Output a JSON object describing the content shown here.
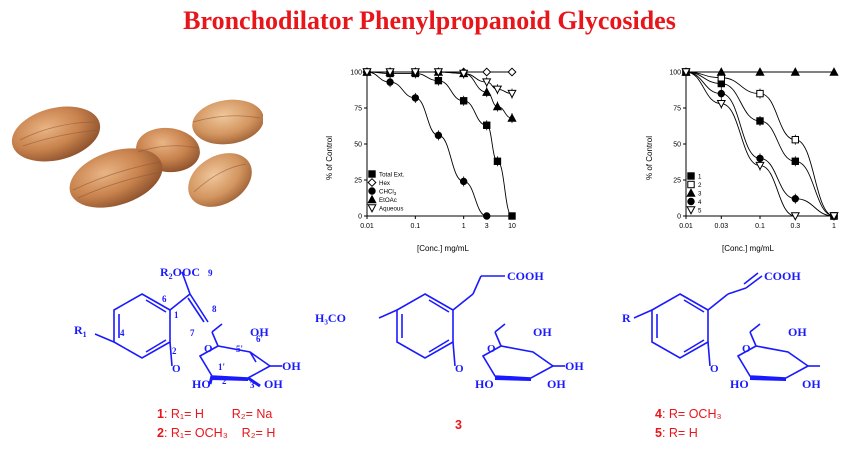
{
  "title": "Bronchodilator Phenylpropanoid Glycosides",
  "colors": {
    "title": "#e8161b",
    "structure": "#1a1aff",
    "labels": "#e8161b",
    "axes": "#000000"
  },
  "chart_data": [
    {
      "type": "scatter",
      "xscale": "log",
      "xlim": [
        0.01,
        10
      ],
      "ylim": [
        0,
        100
      ],
      "xticks": [
        "0.01",
        "0.1",
        "1",
        "3",
        "10"
      ],
      "xtick_values": [
        0.01,
        0.1,
        1,
        3,
        10
      ],
      "yticks": [
        "0",
        "25",
        "50",
        "75",
        "100"
      ],
      "xlabel": "[Conc.] mg/mL",
      "ylabel": "% of Control",
      "legend_position": "bottom-left",
      "series": [
        {
          "name": "Total  Ext.",
          "marker": "square-filled",
          "points": [
            [
              0.01,
              100
            ],
            [
              0.03,
              99
            ],
            [
              0.1,
              99
            ],
            [
              0.3,
              94
            ],
            [
              1,
              80
            ],
            [
              3,
              63
            ],
            [
              5,
              38
            ],
            [
              10,
              0
            ]
          ]
        },
        {
          "name": "Hex",
          "marker": "diamond-open",
          "points": [
            [
              0.01,
              100
            ],
            [
              0.03,
              100
            ],
            [
              0.1,
              100
            ],
            [
              0.3,
              100
            ],
            [
              1,
              100
            ],
            [
              3,
              100
            ],
            [
              10,
              100
            ]
          ]
        },
        {
          "name": "CHCl3",
          "marker": "circle-filled",
          "points": [
            [
              0.01,
              100
            ],
            [
              0.03,
              93
            ],
            [
              0.1,
              82
            ],
            [
              0.3,
              56
            ],
            [
              1,
              24
            ],
            [
              3,
              0
            ]
          ]
        },
        {
          "name": "EtOAc",
          "marker": "triangle-filled",
          "points": [
            [
              0.01,
              100
            ],
            [
              0.03,
              100
            ],
            [
              0.1,
              100
            ],
            [
              0.3,
              100
            ],
            [
              1,
              99
            ],
            [
              3,
              86
            ],
            [
              5,
              76
            ],
            [
              10,
              68
            ]
          ]
        },
        {
          "name": "Aqueous",
          "marker": "triangle-open",
          "points": [
            [
              0.01,
              100
            ],
            [
              0.03,
              100
            ],
            [
              0.1,
              100
            ],
            [
              0.3,
              100
            ],
            [
              1,
              99
            ],
            [
              3,
              93
            ],
            [
              5,
              88
            ],
            [
              10,
              85
            ]
          ]
        }
      ]
    },
    {
      "type": "scatter",
      "xscale": "log",
      "xlim": [
        0.01,
        1
      ],
      "ylim": [
        0,
        100
      ],
      "xticks": [
        "0.01",
        "0.03",
        "0.1",
        "0.3",
        "1"
      ],
      "xtick_values": [
        0.01,
        0.03,
        0.1,
        0.3,
        1
      ],
      "yticks": [
        "0",
        "25",
        "50",
        "75",
        "100"
      ],
      "xlabel": "[Conc.] mg/mL",
      "ylabel": "% of Control",
      "legend_position": "bottom-left",
      "series": [
        {
          "name": "1",
          "marker": "square-filled",
          "points": [
            [
              0.01,
              100
            ],
            [
              0.03,
              92
            ],
            [
              0.1,
              66
            ],
            [
              0.3,
              38
            ],
            [
              1,
              0
            ]
          ]
        },
        {
          "name": "2",
          "marker": "square-open",
          "points": [
            [
              0.01,
              100
            ],
            [
              0.03,
              96
            ],
            [
              0.1,
              85
            ],
            [
              0.3,
              53
            ],
            [
              1,
              0
            ]
          ]
        },
        {
          "name": "3",
          "marker": "triangle-filled",
          "points": [
            [
              0.01,
              100
            ],
            [
              0.03,
              100
            ],
            [
              0.1,
              100
            ],
            [
              0.3,
              100
            ],
            [
              1,
              100
            ]
          ]
        },
        {
          "name": "4",
          "marker": "circle-filled",
          "points": [
            [
              0.01,
              100
            ],
            [
              0.03,
              85
            ],
            [
              0.1,
              40
            ],
            [
              0.3,
              12
            ],
            [
              1,
              0
            ]
          ]
        },
        {
          "name": "5",
          "marker": "triangle-open",
          "points": [
            [
              0.01,
              100
            ],
            [
              0.03,
              78
            ],
            [
              0.1,
              35
            ],
            [
              0.3,
              0
            ],
            [
              1,
              0
            ]
          ]
        }
      ]
    }
  ],
  "structures": {
    "s1": {
      "r2": "R",
      "r2sub": "2",
      "ooc": "OOC",
      "n9": "9",
      "n8": "8",
      "n7": "7",
      "n6": "6",
      "n1": "1",
      "n2": "2",
      "n4": "4",
      "r1": "R",
      "r1sub": "1",
      "o": "O",
      "n1p": "1'",
      "n2p": "2'",
      "n3p": "3'",
      "n5p": "5'",
      "n6p": "6'",
      "oh1": "OH",
      "oh2": "OH",
      "oh3": "OH",
      "ho": "HO",
      "o2": "O"
    },
    "s3": {
      "h3co": "H₃CO",
      "cooh": "COOH",
      "oh1": "OH",
      "oh2": "OH",
      "oh3": "OH",
      "ho": "HO",
      "o": "O",
      "o2": "O"
    },
    "s45": {
      "r": "R",
      "cooh": "COOH",
      "oh1": "OH",
      "oh2": "OH",
      "oh3": "OH",
      "ho": "HO",
      "o": "O",
      "o2": "O"
    }
  },
  "labels": {
    "c1": {
      "num": "1",
      "text": ": R₁= H        R₂= Na"
    },
    "c2": {
      "num": "2",
      "text": ": R₁= OCH₃    R₂= H"
    },
    "c3": {
      "num": "3"
    },
    "c4": {
      "num": "4",
      "text": ": R= OCH₃"
    },
    "c5": {
      "num": "5",
      "text": ": R= H"
    }
  }
}
